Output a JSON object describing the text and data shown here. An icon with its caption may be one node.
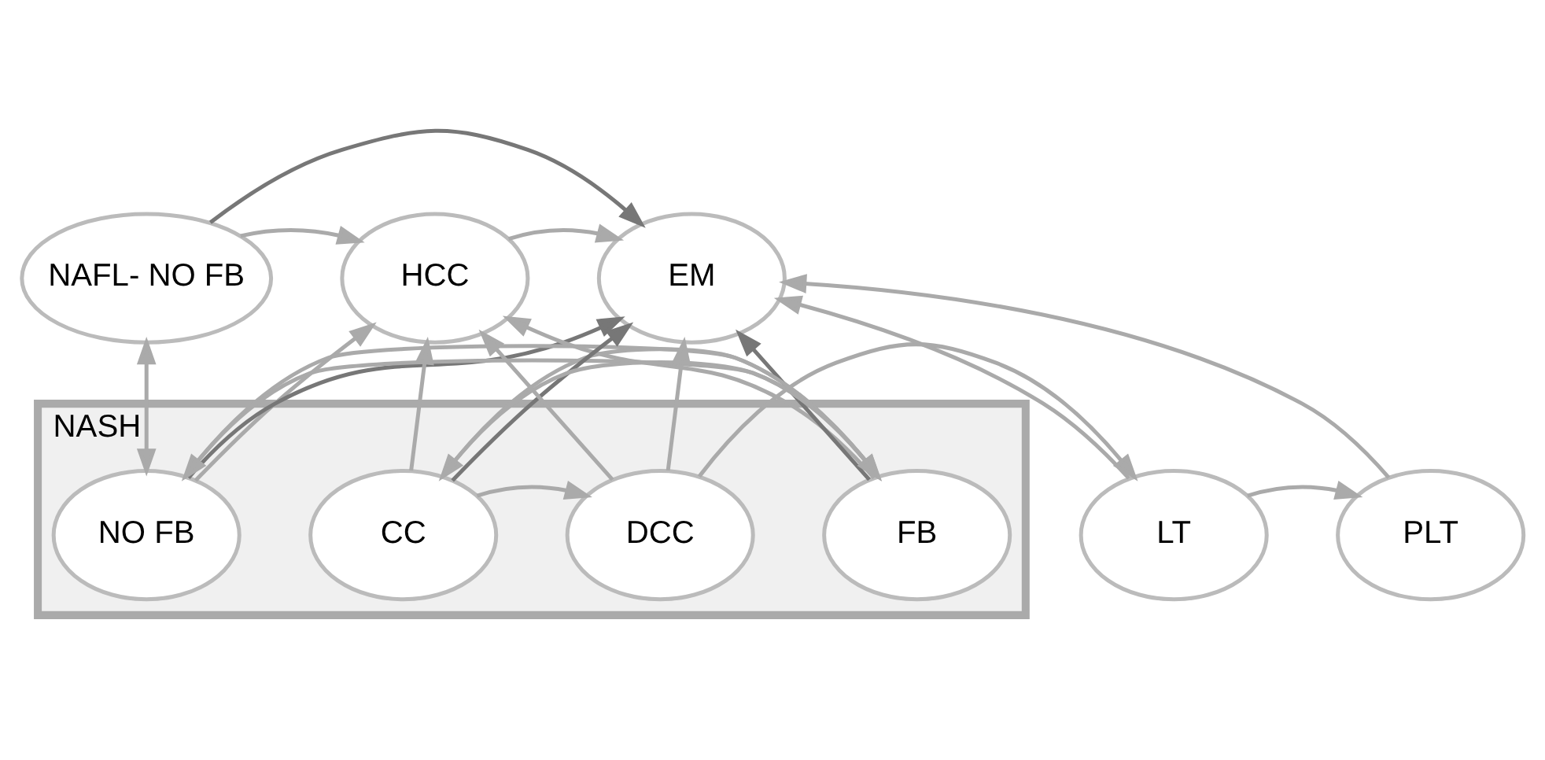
{
  "diagram": {
    "nodes": [
      {
        "text": [
          "NAFL- NO FB"
        ]
      },
      {
        "text": [
          "HCC"
        ]
      },
      {
        "text": [
          "EM"
        ]
      },
      {
        "text": [
          "NASH"
        ]
      },
      {
        "text": [
          "NO FB"
        ],
        "in": 3
      },
      {
        "text": [
          "FB"
        ],
        "in": 3
      },
      {
        "text": [
          "CC"
        ],
        "in": 3
      },
      {
        "text": [
          "DCC"
        ],
        "in": 3
      },
      {
        "text": [
          "LT"
        ]
      },
      {
        "text": [
          "PLT"
        ]
      }
    ],
    "edges": [
      {
        "from": 0,
        "to": 4,
        "arrow": "both"
      },
      {
        "from": 0,
        "to": 1,
        "arrow": "to"
      },
      {
        "from": 0,
        "to": 2,
        "arrow": "to",
        "color": "#777777"
      },
      {
        "from": 4,
        "to": 2,
        "arrow": "to",
        "color": "#777777"
      },
      {
        "from": 5,
        "to": 2,
        "arrow": "to",
        "color": "#777777"
      },
      {
        "from": 6,
        "to": 2,
        "arrow": "to",
        "color": "#777777"
      },
      {
        "from": 4,
        "to": 1,
        "arrow": "to"
      },
      {
        "from": 5,
        "to": 1,
        "arrow": "to"
      },
      {
        "from": 6,
        "to": 1,
        "arrow": "to"
      },
      {
        "from": 5,
        "to": 4,
        "arrow": "to"
      },
      {
        "from": 6,
        "to": 5,
        "arrow": "to"
      },
      {
        "from": 1,
        "to": 2,
        "arrow": "to"
      },
      {
        "from": 4,
        "to": 5,
        "arrow": "to"
      },
      {
        "from": 5,
        "to": 6,
        "arrow": "to"
      },
      {
        "from": 6,
        "to": 7,
        "arrow": "to"
      },
      {
        "from": 7,
        "to": 8,
        "arrow": "to"
      },
      {
        "from": 8,
        "to": 9,
        "arrow": "to"
      },
      {
        "from": 7,
        "to": 1,
        "arrow": "to"
      },
      {
        "from": 7,
        "to": 2,
        "arrow": "to"
      },
      {
        "from": 8,
        "to": 2,
        "arrow": "to"
      },
      {
        "from": 9,
        "to": 2,
        "arrow": "to"
      }
    ]
  }
}
